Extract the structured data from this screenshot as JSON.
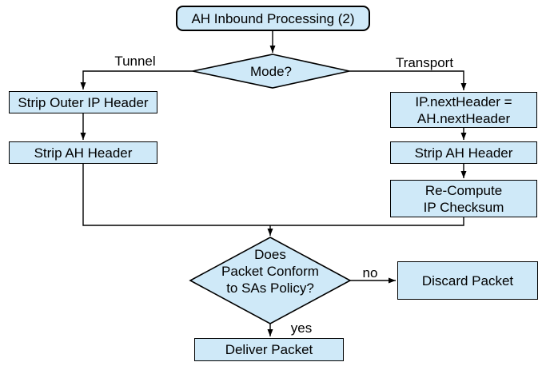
{
  "diagram": {
    "title": "AH Inbound Processing (2)",
    "colors": {
      "node_fill": "#cfe9f8",
      "node_border": "#000000",
      "connector": "#000000",
      "background": "#ffffff"
    },
    "nodes": {
      "start": {
        "type": "rounded-rect",
        "label": "AH Inbound Processing (2)"
      },
      "mode": {
        "type": "decision",
        "label": "Mode?"
      },
      "strip_outer_ip": {
        "type": "rect",
        "label": "Strip Outer IP Header"
      },
      "strip_ah_tunnel": {
        "type": "rect",
        "label": "Strip AH Header"
      },
      "set_next_header": {
        "type": "rect",
        "lines": [
          "IP.nextHeader =",
          "AH.nextHeader"
        ]
      },
      "strip_ah_transport": {
        "type": "rect",
        "label": "Strip AH Header"
      },
      "recompute_checksum": {
        "type": "rect",
        "lines": [
          "Re-Compute",
          "IP Checksum"
        ]
      },
      "policy_check": {
        "type": "decision",
        "lines": [
          "Does",
          "Packet Conform",
          "to SAs Policy?"
        ]
      },
      "discard": {
        "type": "rect",
        "label": "Discard Packet"
      },
      "deliver": {
        "type": "rect",
        "label": "Deliver Packet"
      }
    },
    "edge_labels": {
      "tunnel": "Tunnel",
      "transport": "Transport",
      "no": "no",
      "yes": "yes"
    }
  }
}
